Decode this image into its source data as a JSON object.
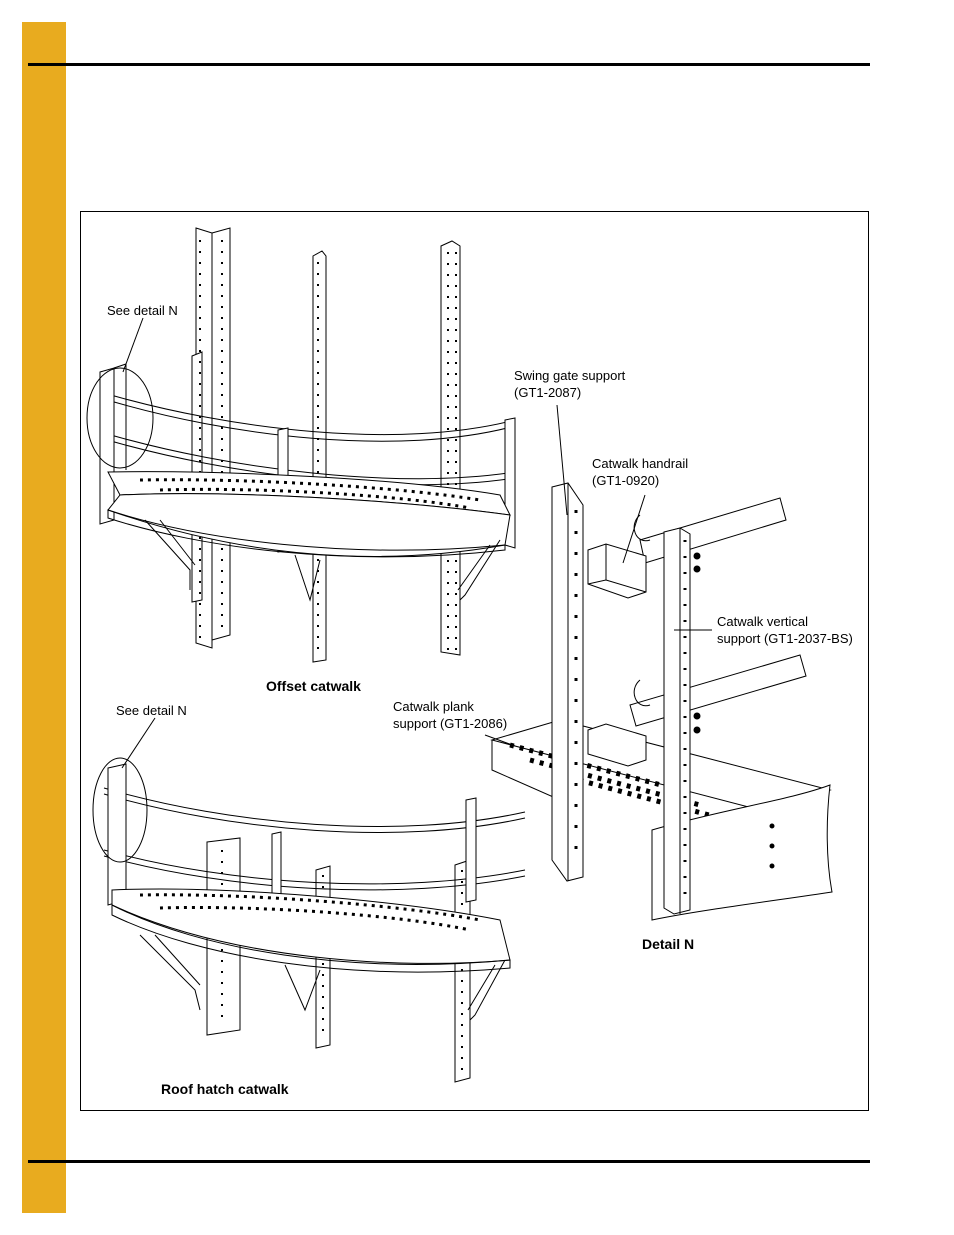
{
  "colors": {
    "side_tab": "#e8ab1f",
    "line": "#000000"
  },
  "figure": {
    "labels": {
      "see_detail_1": "See detail N",
      "see_detail_2": "See detail N",
      "swing_gate_line1": "Swing gate support",
      "swing_gate_line2": "(GT1-2087)",
      "handrail_line1": "Catwalk handrail",
      "handrail_line2": "(GT1-0920)",
      "vertical_line1": "Catwalk vertical",
      "vertical_line2": "support (GT1-2037-BS)",
      "plank_line1": "Catwalk plank",
      "plank_line2": "support (GT1-2086)"
    },
    "captions": {
      "offset": "Offset catwalk",
      "roof_hatch": "Roof hatch catwalk",
      "detail": "Detail N"
    }
  }
}
